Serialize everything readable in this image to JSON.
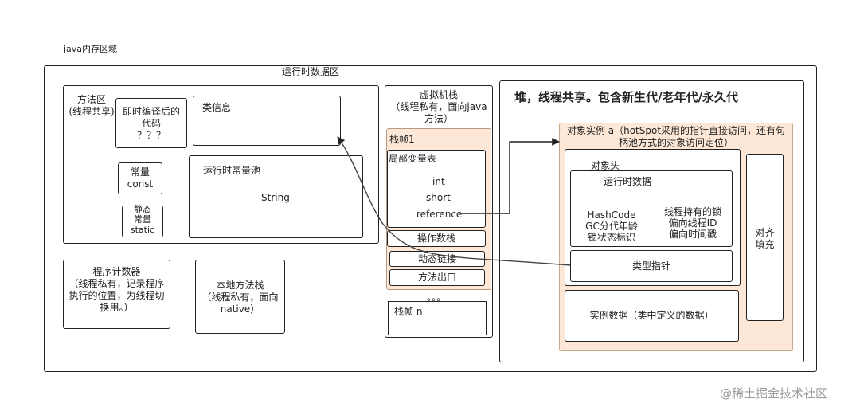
{
  "title": "java内存区域",
  "runtime_area": "运行时数据区",
  "method_area": {
    "label": "方法区\n(线程共享)",
    "jit": "即时编译后的\n代码\n？？？",
    "class_info": "类信息",
    "const": "常量\nconst",
    "static": "静态\n常量\nstatic",
    "runtime_pool": "运行时常量池",
    "string": "String"
  },
  "pc_counter": "程序计数器\n（线程私有，记录程序执行的位置，为线程切换用。）",
  "native_stack": "本地方法栈\n（线程私有，面向native）",
  "vm_stack": {
    "label": "虚拟机栈\n（线程私有，面向java方法）",
    "frame1": "栈帧1",
    "local_vars": "局部变量表",
    "int": "int",
    "short": "short",
    "reference": "reference",
    "operand_stack": "操作数栈",
    "dynamic_link": "动态链接",
    "method_exit": "方法出口",
    "ellipsis": "。。。",
    "frame_n": "栈帧 n"
  },
  "heap": {
    "label": "堆，线程共享。包含新生代/老年代/永久代",
    "object_instance": "对象实例 a（hotSpot采用的指针直接访问，还有句柄池方式的对象访问定位）",
    "object_header": "对象头",
    "runtime_data": "运行时数据",
    "hash": "HashCode\nGC分代年龄\n锁状态标识",
    "lock": "线程持有的锁\n偏向线程ID\n偏向时间戳",
    "type_pointer": "类型指针",
    "instance_data": "实例数据（类中定义的数据）",
    "padding": "对齐\n填充"
  },
  "watermark": "@稀土掘金技术社区"
}
